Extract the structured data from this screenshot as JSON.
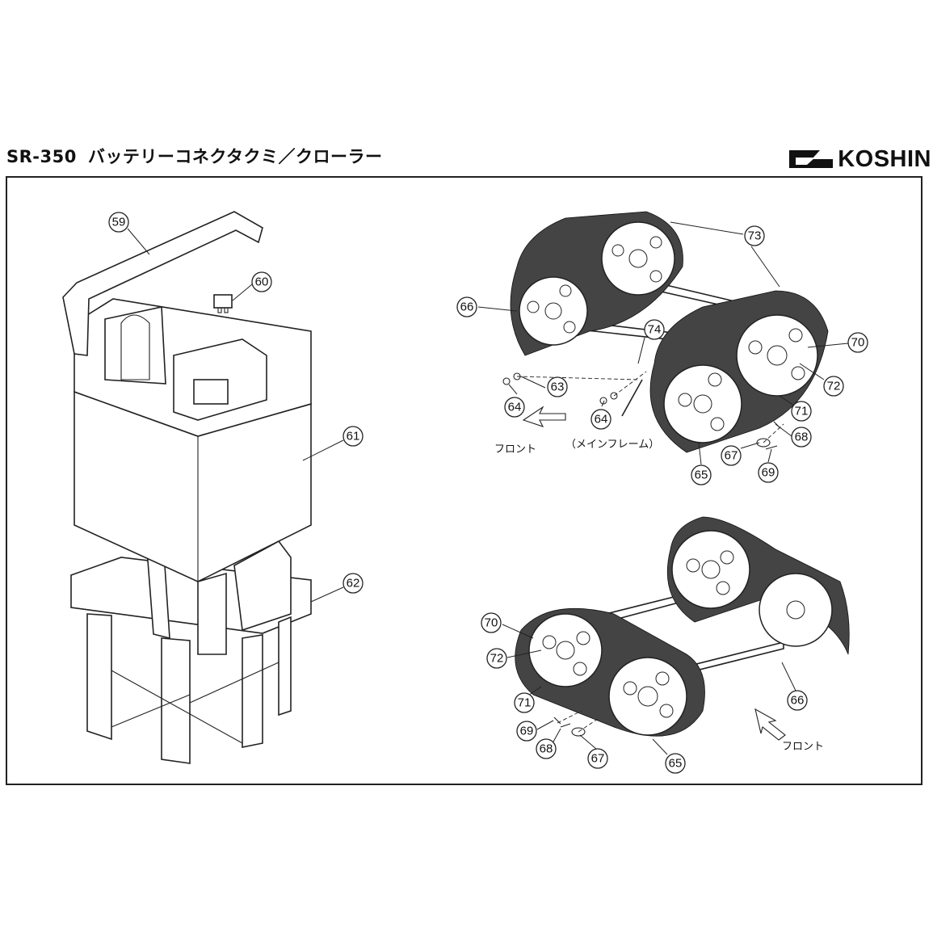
{
  "header": {
    "model": "SR-350",
    "title": "バッテリーコネクタクミ／クローラー"
  },
  "brand": {
    "name": "KOSHIN"
  },
  "callouts": {
    "c59": "59",
    "c60": "60",
    "c61": "61",
    "c62": "62",
    "c63": "63",
    "c64a": "64",
    "c64b": "64",
    "c65a": "65",
    "c66a": "66",
    "c67a": "67",
    "c68a": "68",
    "c69a": "69",
    "c70a": "70",
    "c71a": "71",
    "c72a": "72",
    "c73": "73",
    "c74": "74",
    "c70b": "70",
    "c72b": "72",
    "c71b": "71",
    "c69b": "69",
    "c68b": "68",
    "c67b": "67",
    "c65b": "65",
    "c66b": "66"
  },
  "labels": {
    "front_top": "フロント",
    "main_frame": "（メインフレーム）",
    "front_bottom": "フロント"
  },
  "colors": {
    "line": "#222222",
    "tread": "#444444"
  }
}
